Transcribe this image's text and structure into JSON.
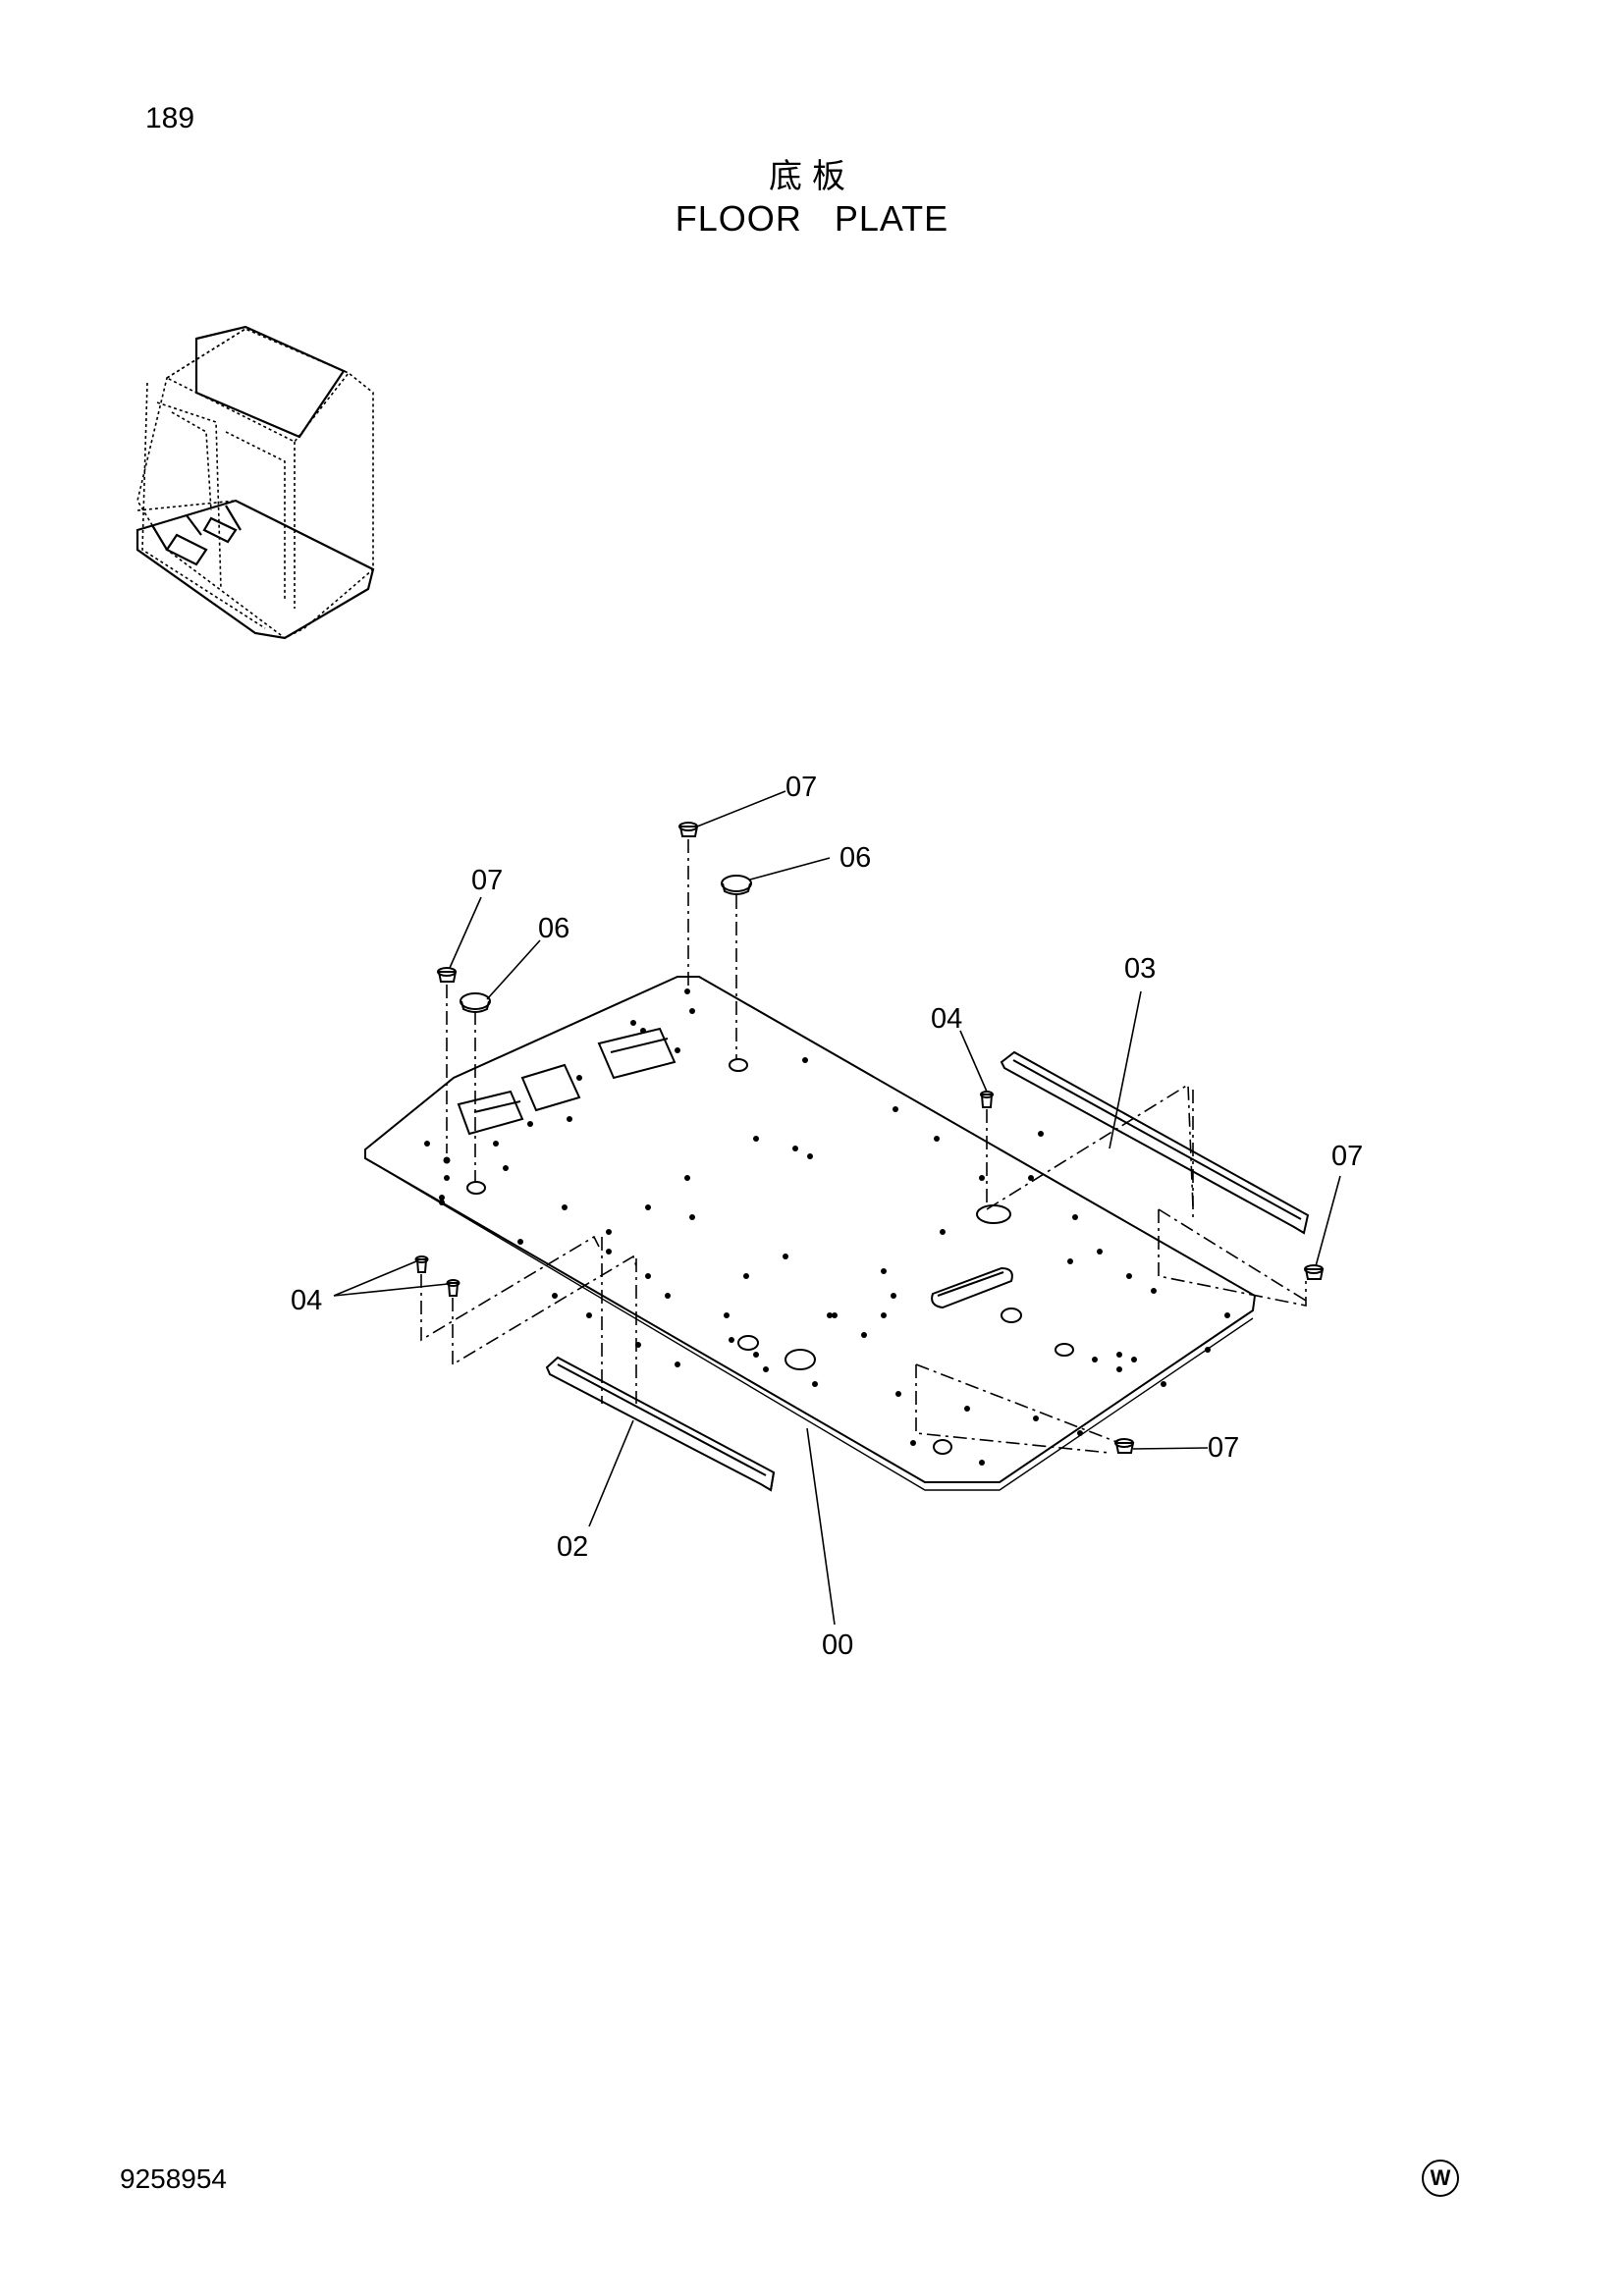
{
  "header": {
    "page_number": "189",
    "title_cn": "底板",
    "title_en": "FLOOR PLATE"
  },
  "footer": {
    "document_number": "9258954",
    "mark": "W"
  },
  "callouts": {
    "c07_top": "07",
    "c06_top": "06",
    "c07_left": "07",
    "c06_left": "06",
    "c03": "03",
    "c04_right": "04",
    "c07_right": "07",
    "c04_left": "04",
    "c07_bottom": "07",
    "c02": "02",
    "c00": "00"
  }
}
